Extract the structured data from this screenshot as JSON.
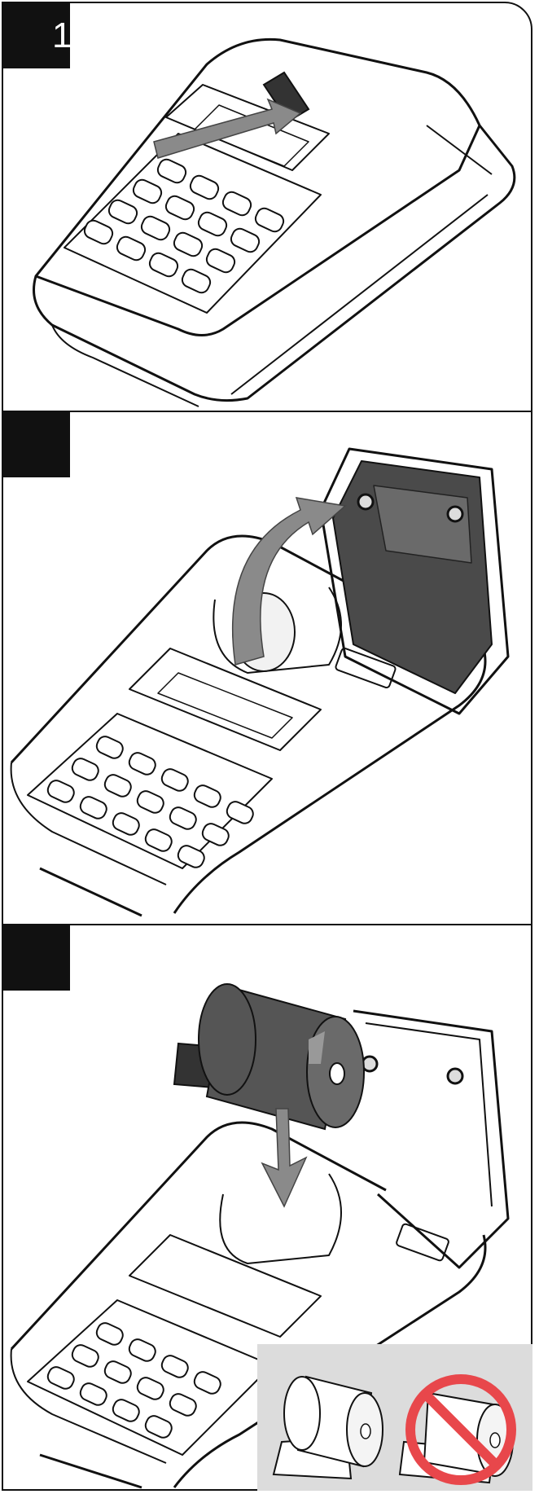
{
  "steps": [
    {
      "number": "1",
      "illustration": "press-cover-release-button",
      "icon": "arrow-right-icon"
    },
    {
      "number": "",
      "illustration": "open-printer-cover",
      "icon": "curved-arrow-up-icon"
    },
    {
      "number": "",
      "illustration": "insert-paper-roll",
      "icon": "arrow-down-icon"
    }
  ],
  "inset": {
    "correct": "paper-roll-correct-orientation",
    "incorrect": "paper-roll-wrong-orientation",
    "prohibited_icon": "prohibited-icon",
    "colors": {
      "background": "#dcdcdc",
      "prohibited": "#e8474b"
    }
  },
  "colors": {
    "line": "#111111",
    "arrow": "#8a8a8a",
    "roll": "#555555",
    "badge": "#111111"
  }
}
